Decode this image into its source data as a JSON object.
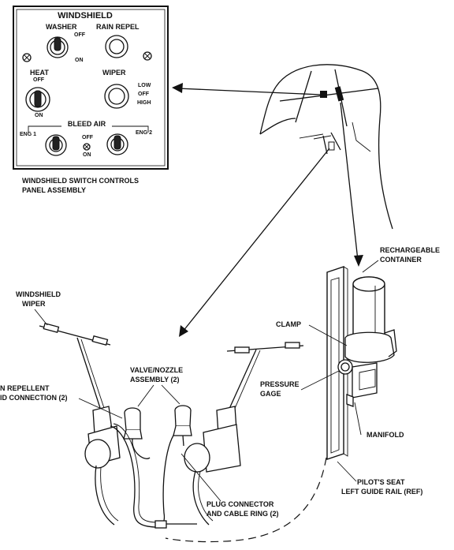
{
  "panel": {
    "title": "WINDSHIELD",
    "washer": "WASHER",
    "rain_repel": "RAIN REPEL",
    "off_top": "OFF",
    "on_top": "ON",
    "heat": "HEAT",
    "heat_off": "OFF",
    "heat_on": "ON",
    "wiper": "WIPER",
    "low": "LOW",
    "off_wiper": "OFF",
    "high": "HIGH",
    "bleed_air": "BLEED AIR",
    "eng1": "ENG 1",
    "eng2": "ENG 2",
    "bleed_off": "OFF",
    "bleed_on": "ON"
  },
  "labels": {
    "panel_caption_1": "WINDSHIELD SWITCH CONTROLS",
    "panel_caption_2": "PANEL ASSEMBLY",
    "recharge_1": "RECHARGEABLE",
    "recharge_2": "CONTAINER",
    "wiper_1": "WINDSHIELD",
    "wiper_2": "WIPER",
    "clamp": "CLAMP",
    "valve_1": "VALVE/NOZZLE",
    "valve_2": "ASSEMBLY (2)",
    "pressure_1": "PRESSURE",
    "pressure_2": "GAGE",
    "rain_1": "N REPELLENT",
    "rain_2": "ID CONNECTION (2)",
    "manifold": "MANIFOLD",
    "plug_1": "PLUG CONNECTOR",
    "plug_2": "AND CABLE RING (2)",
    "rail_1": "PILOT'S SEAT",
    "rail_2": "LEFT GUIDE RAIL (REF)"
  }
}
